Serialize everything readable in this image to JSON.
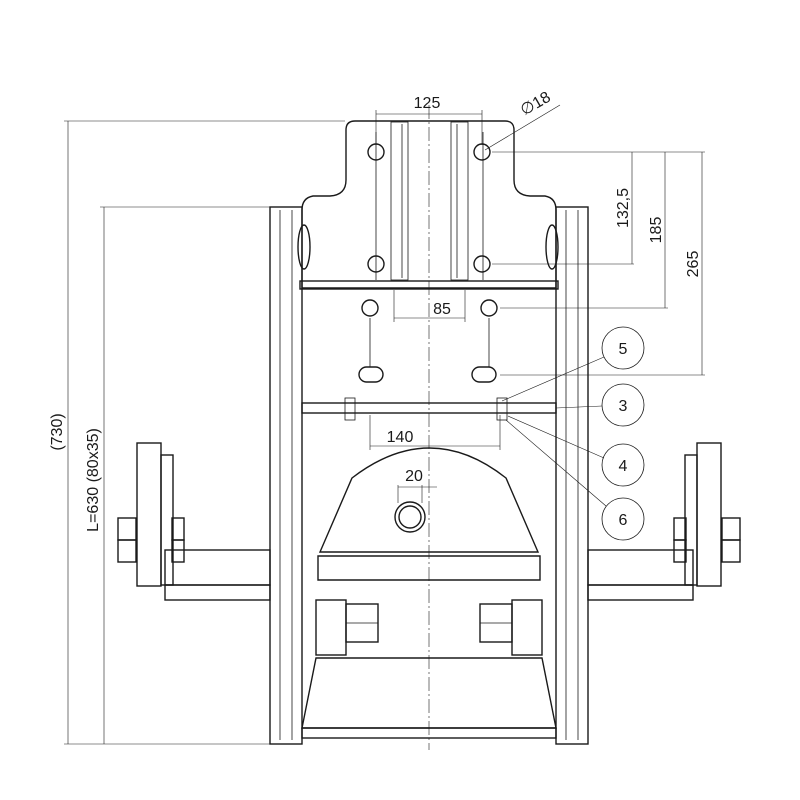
{
  "dimensions": {
    "overall_height": "(730)",
    "length": "L=630 (80x35)",
    "top_width": "125",
    "hole_dia": "∅18",
    "h1": "132,5",
    "h2": "185",
    "h3": "265",
    "mid_width": "85",
    "lower_width": "140",
    "bore": "20"
  },
  "balloons": [
    {
      "label": "5"
    },
    {
      "label": "3"
    },
    {
      "label": "4"
    },
    {
      "label": "6"
    }
  ]
}
